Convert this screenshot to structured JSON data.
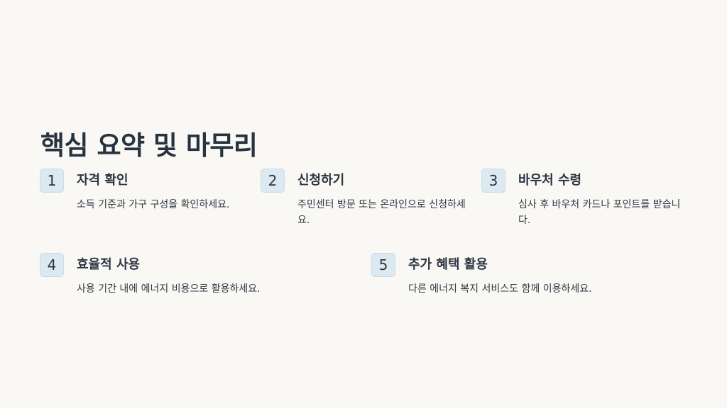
{
  "title": "핵심 요약 및 마무리",
  "steps": [
    {
      "number": "1",
      "title": "자격 확인",
      "description": "소득 기준과 가구 구성을 확인하세요."
    },
    {
      "number": "2",
      "title": "신청하기",
      "description": "주민센터 방문 또는 온라인으로 신청하세요."
    },
    {
      "number": "3",
      "title": "바우처 수령",
      "description": "심사 후 바우처 카드나 포인트를 받습니다."
    },
    {
      "number": "4",
      "title": "효율적 사용",
      "description": "사용 기간 내에 에너지 비용으로 활용하세요."
    },
    {
      "number": "5",
      "title": "추가 혜택 활용",
      "description": "다른 에너지 복지 서비스도 함께 이용하세요."
    }
  ],
  "colors": {
    "background": "#f9f8f5",
    "badge": "#dde9f0",
    "text": "#2b3440"
  }
}
